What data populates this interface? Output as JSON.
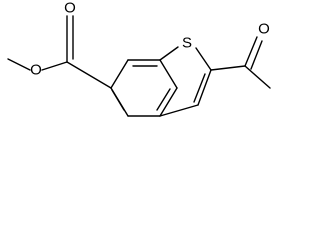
{
  "molecule": {
    "atoms": {
      "sulfur": "S",
      "ester_carbonyl_oxygen": "O",
      "ester_ether_oxygen": "O",
      "acetyl_oxygen": "O"
    },
    "colors": {
      "bond": "#000000",
      "label": "#000000",
      "background": "#ffffff"
    }
  }
}
